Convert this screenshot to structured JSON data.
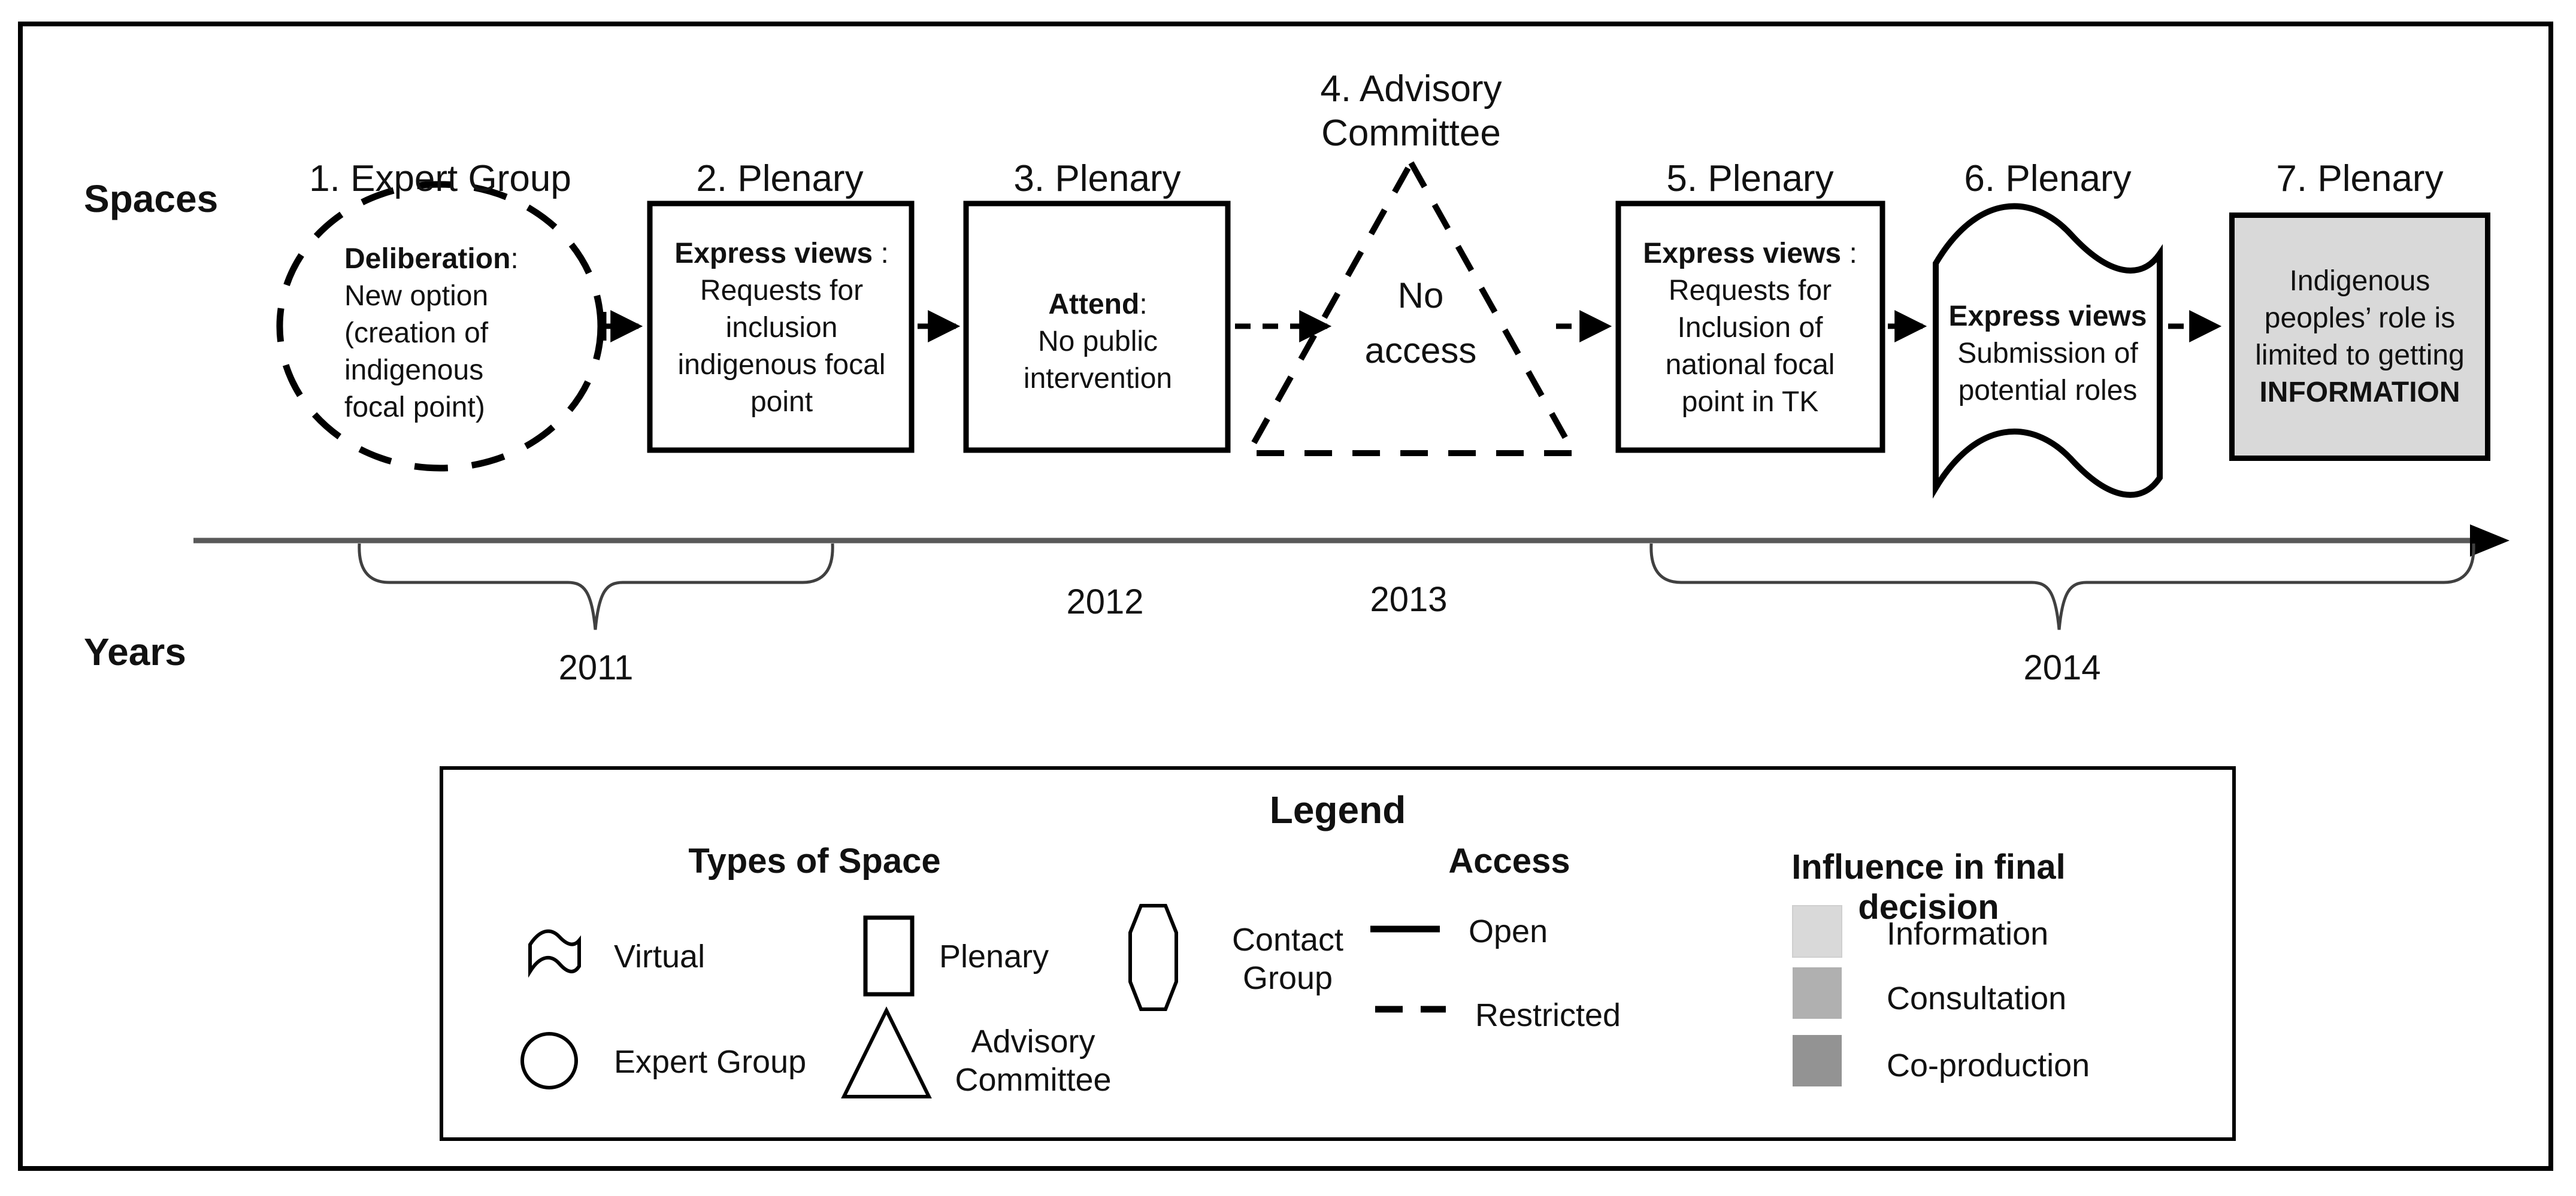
{
  "axis": {
    "spaces_label": "Spaces",
    "years_label": "Years"
  },
  "nodes": [
    {
      "title": "1. Expert Group",
      "shape": "ellipse",
      "access": "restricted",
      "lead": "Deliberation",
      "lead_suffix": ":",
      "body": "New option (creation of indigenous focal point)"
    },
    {
      "title": "2. Plenary",
      "shape": "rectangle",
      "access": "open",
      "lead": "Express views",
      "lead_suffix": " :",
      "body": "Requests for inclusion indigenous focal point"
    },
    {
      "title": "3. Plenary",
      "shape": "rectangle",
      "access": "open",
      "lead": "Attend",
      "lead_suffix": ":",
      "body": "No public intervention"
    },
    {
      "title": "4. Advisory Committee",
      "shape": "triangle",
      "access": "restricted",
      "body": "No access"
    },
    {
      "title": "5. Plenary",
      "shape": "rectangle",
      "access": "open",
      "lead": "Express views",
      "lead_suffix": " :",
      "body": "Requests for Inclusion of national focal point in TK"
    },
    {
      "title": "6. Plenary",
      "shape": "wave-flag",
      "access": "open",
      "lead": "Express views",
      "lead_suffix": "",
      "body": "Submission of potential roles"
    },
    {
      "title": "7. Plenary",
      "shape": "rectangle-filled",
      "access": "open",
      "body": "Indigenous peoples’ role is limited to getting",
      "emphasis": "INFORMATION"
    }
  ],
  "timeline": {
    "years": [
      "2011",
      "2012",
      "2013",
      "2014"
    ]
  },
  "legend": {
    "title": "Legend",
    "types": {
      "heading": "Types of Space",
      "items": [
        {
          "icon": "flag-icon",
          "label": "Virtual"
        },
        {
          "icon": "square-icon",
          "label": "Plenary"
        },
        {
          "icon": "hexagon-icon",
          "label": "Contact Group"
        },
        {
          "icon": "circle-icon",
          "label": "Expert Group"
        },
        {
          "icon": "triangle-icon",
          "label": "Advisory Committee"
        }
      ]
    },
    "access": {
      "heading": "Access",
      "items": [
        {
          "style": "solid",
          "label": "Open"
        },
        {
          "style": "dashed",
          "label": "Restricted"
        }
      ]
    },
    "influence": {
      "heading": "Influence in final decision",
      "items": [
        {
          "label": "Information",
          "color": "#d9d9d9"
        },
        {
          "label": "Consultation",
          "color": "#b0b0b0"
        },
        {
          "label": "Co-production",
          "color": "#939393"
        }
      ]
    }
  },
  "colors": {
    "timeline": "#595959",
    "brace": "#404040",
    "node7_fill": "#d9d9d9"
  }
}
